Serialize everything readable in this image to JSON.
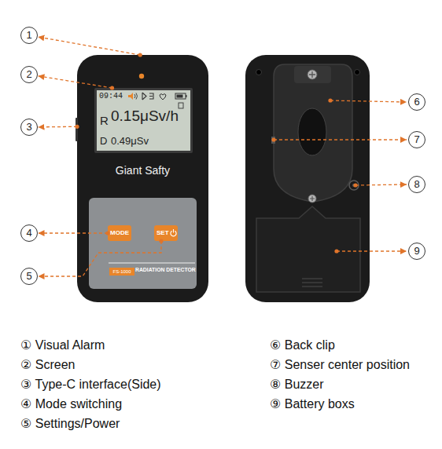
{
  "diagram": {
    "nodes": [
      {
        "text": [
          "Giant Safty"
        ]
      },
      {
        "text": [
          "09:44",
          "R",
          "0.15μSv/h",
          "D",
          "0.49μSv"
        ],
        "in": 0
      },
      {
        "text": [
          "RADIATION DETECTOR"
        ],
        "in": 0
      },
      {
        "text": [
          "MODE"
        ],
        "in": 2
      },
      {
        "text": [
          "SET"
        ],
        "in": 2
      },
      {
        "text": [
          "FS-1000"
        ],
        "in": 2
      },
      {
        "text": [
          "1"
        ]
      },
      {
        "text": [
          "2"
        ]
      },
      {
        "text": [
          "3"
        ]
      },
      {
        "text": [
          "4"
        ]
      },
      {
        "text": [
          "5"
        ]
      },
      {
        "text": [
          "6"
        ]
      },
      {
        "text": [
          "7"
        ]
      },
      {
        "text": [
          "8"
        ]
      },
      {
        "text": [
          "9"
        ]
      }
    ],
    "edges": [
      {
        "from": 0,
        "to": 6,
        "arrow": "to"
      },
      {
        "from": 1,
        "to": 7,
        "arrow": "to"
      },
      {
        "from": 0,
        "to": 8,
        "arrow": "to"
      },
      {
        "from": 3,
        "to": 9,
        "arrow": "to"
      },
      {
        "from": 4,
        "to": 10,
        "arrow": "to"
      }
    ],
    "labels": [
      "① Visual Alarm",
      "② Screen",
      "③ Type-C interface(Side)",
      "④ Mode switching",
      "⑤ Settings/Power",
      "⑥ Back clip",
      "⑦ Senser center position",
      "⑧ Buzzer",
      "⑨ Battery boxs"
    ]
  }
}
